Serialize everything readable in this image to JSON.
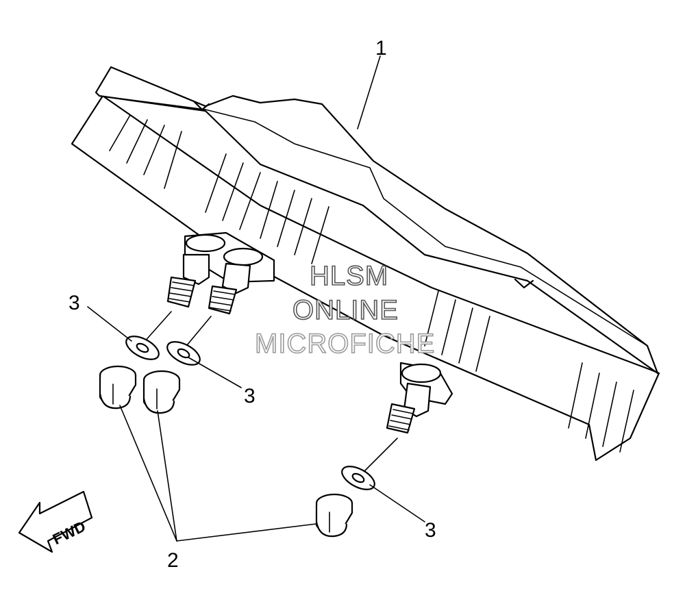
{
  "diagram": {
    "callouts": {
      "part1": "1",
      "part2": "2",
      "part3a": "3",
      "part3b": "3",
      "part3c": "3"
    },
    "direction_label": "FWD",
    "watermark": {
      "line1": "HLSM",
      "line2": "ONLINE",
      "line3": "MICROFICHE"
    }
  }
}
